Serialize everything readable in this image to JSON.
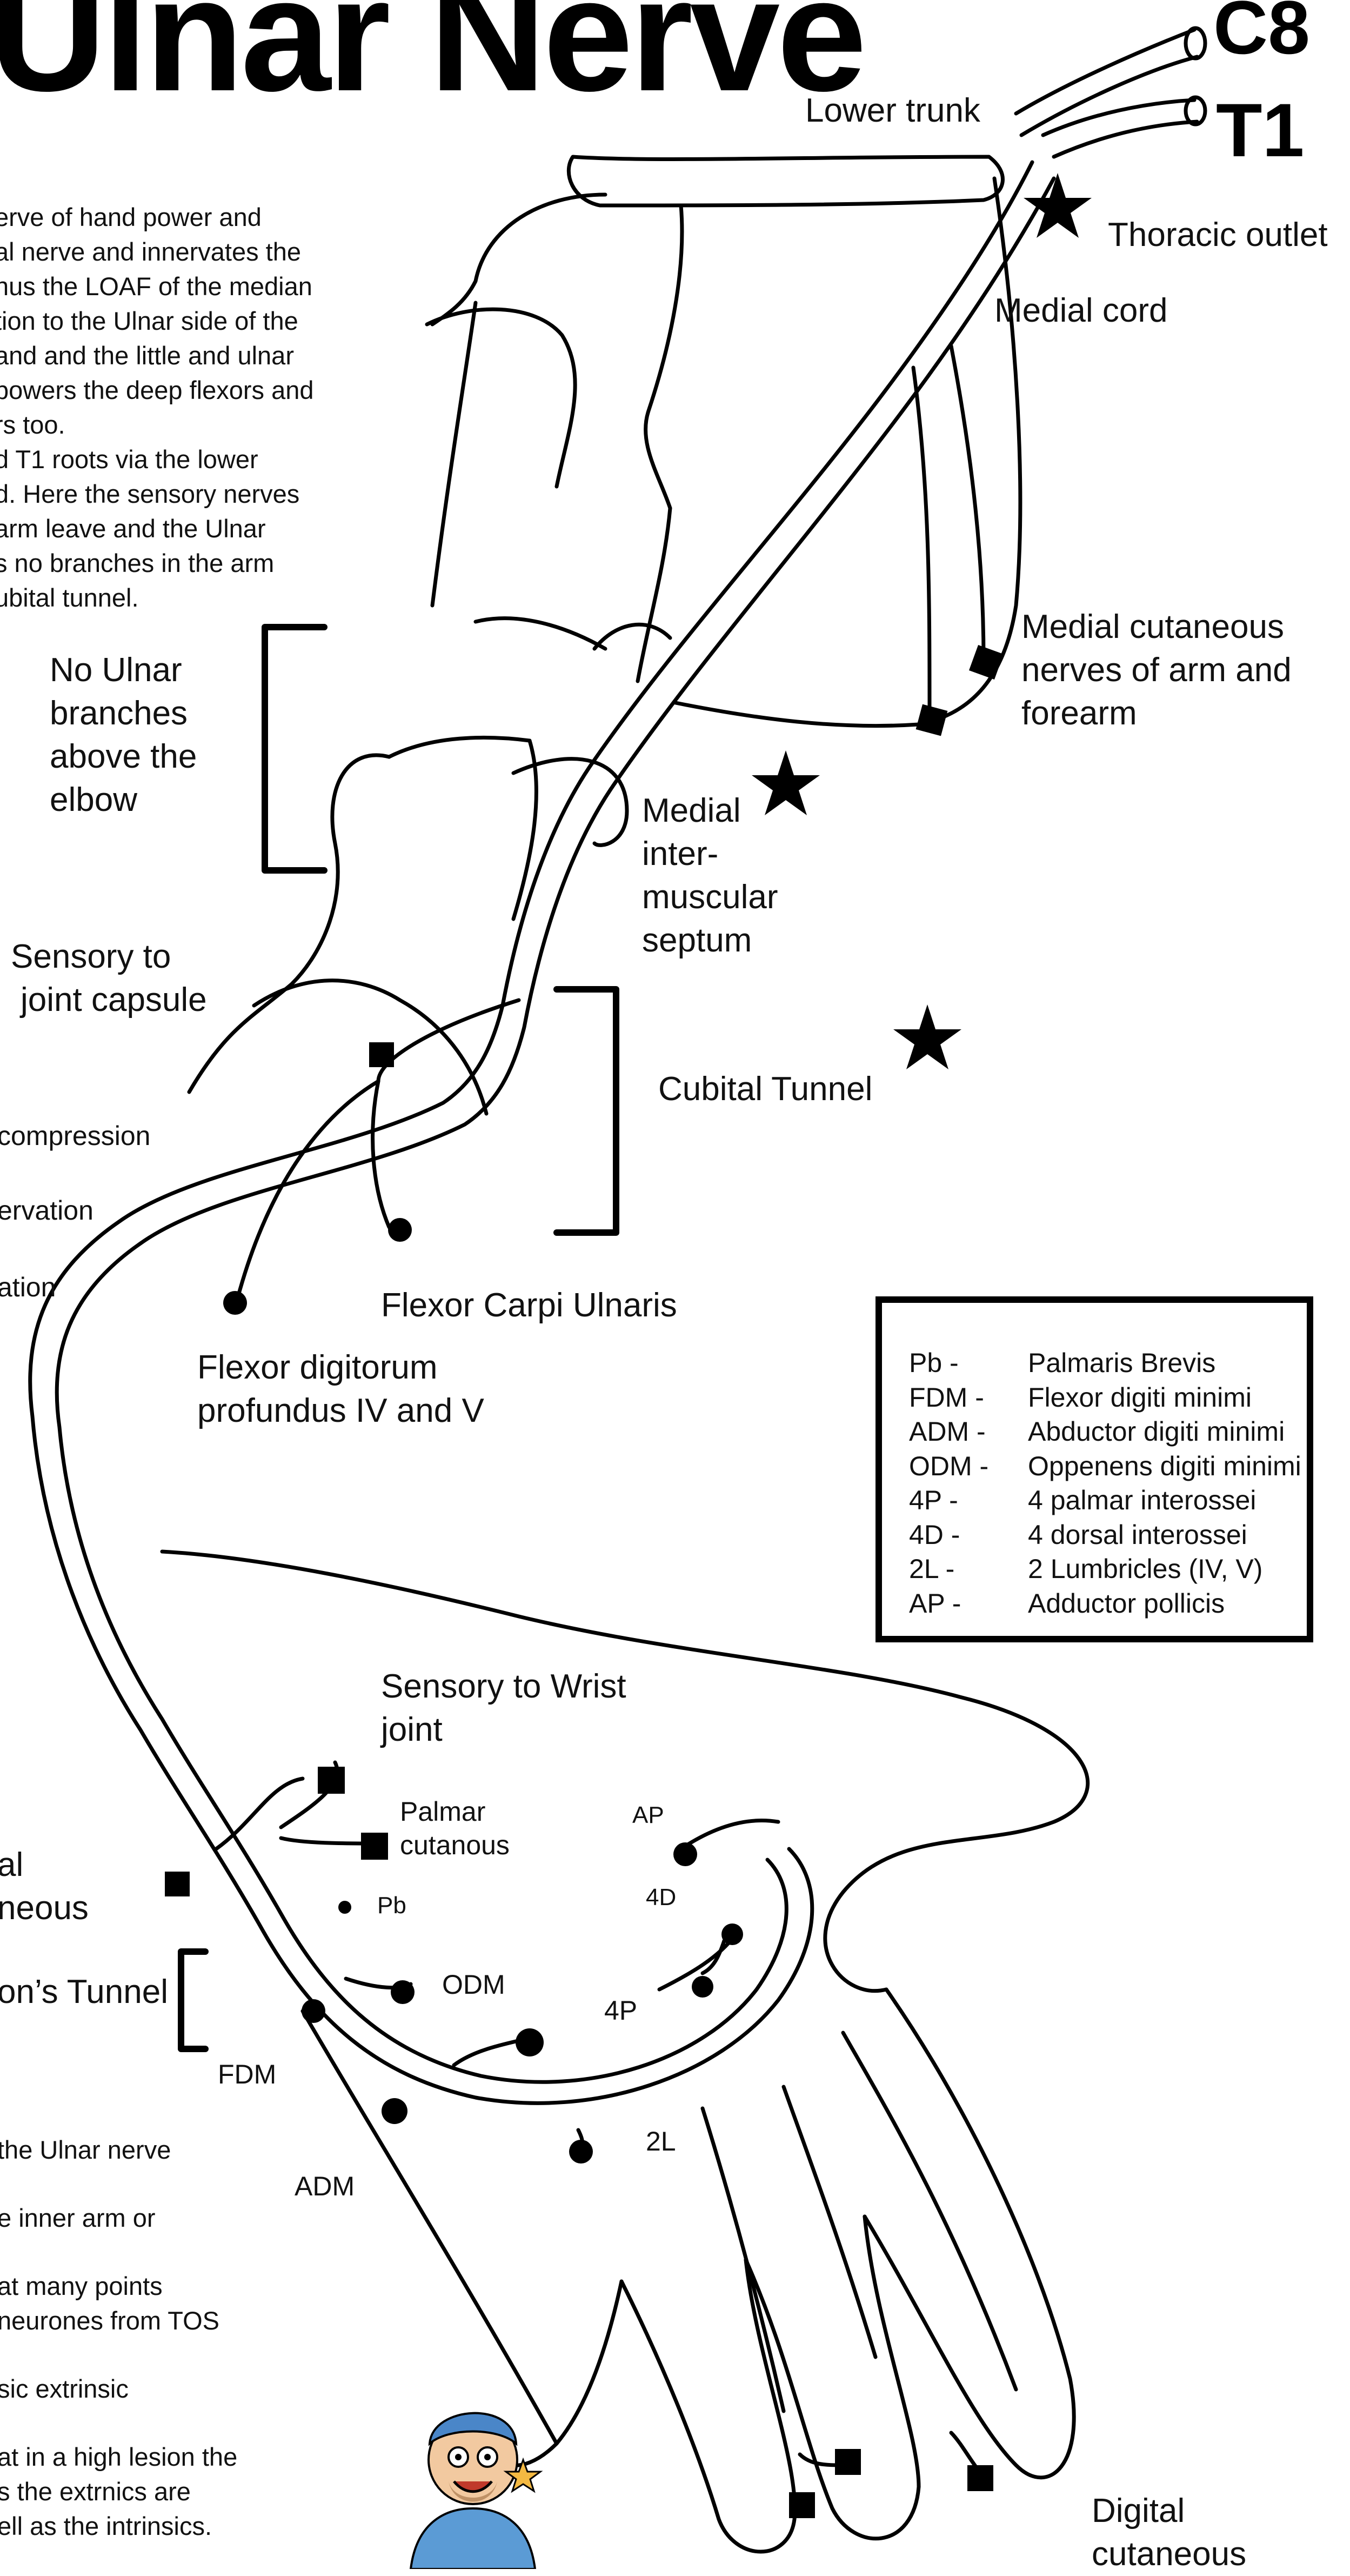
{
  "title": "Ulnar Nerve",
  "roots": {
    "c8": "C8",
    "t1": "T1"
  },
  "intro_lines": [
    "erve of hand power and",
    "al nerve and innervates the",
    "nus the LOAF of the median",
    "tion to the Ulnar side of the",
    "and and the little and ulnar",
    "powers the deep flexors and",
    "rs too.",
    "d T1 roots via the lower",
    "d. Here the sensory nerves",
    "arm leave and the Ulnar",
    "s no branches in the arm",
    "ubital tunnel."
  ],
  "labels": {
    "lower_trunk": "Lower trunk",
    "thoracic_outlet": "Thoracic outlet",
    "medial_cord": "Medial cord",
    "medial_cutaneous": [
      "Medial cutaneous",
      "nerves of arm and",
      "forearm"
    ],
    "no_branches": [
      "No Ulnar",
      "branches",
      "above the",
      "elbow"
    ],
    "medial_septum": [
      "Medial",
      "inter-",
      "muscular",
      "septum"
    ],
    "sensory_joint_capsule": [
      "Sensory to",
      "joint capsule"
    ],
    "cubital_tunnel": "Cubital Tunnel",
    "left_compression": "compression",
    "left_ervation": "ervation",
    "left_ation": "ation",
    "fcu": "Flexor Carpi Ulnaris",
    "fdp": [
      "Flexor digitorum",
      "profundus IV and V"
    ],
    "sensory_wrist": [
      "Sensory to Wrist",
      "joint"
    ],
    "palmar_cutaneous": [
      "Palmar",
      "cutanous"
    ],
    "dorsal_cutaneous": [
      "al",
      "neous"
    ],
    "guyons_tunnel": "on’s Tunnel",
    "pb": "Pb",
    "ap": "AP",
    "d4": "4D",
    "odm": "ODM",
    "p4": "4P",
    "fdm": "FDM",
    "adm": "ADM",
    "l2": "2L",
    "digital_cutaneous": [
      "Digital",
      "cutaneous"
    ]
  },
  "legend": [
    {
      "abbr": "Pb -",
      "text": "Palmaris Brevis"
    },
    {
      "abbr": "FDM -",
      "text": "Flexor digiti minimi"
    },
    {
      "abbr": "ADM -",
      "text": "Abductor digiti minimi"
    },
    {
      "abbr": "ODM -",
      "text": "Oppenens digiti minimi"
    },
    {
      "abbr": "4P -",
      "text": "4 palmar interossei"
    },
    {
      "abbr": "4D -",
      "text": "4 dorsal interossei"
    },
    {
      "abbr": "2L -",
      "text": "2 Lumbricles (IV, V)"
    },
    {
      "abbr": "AP -",
      "text": "Adductor pollicis"
    }
  ],
  "bottom_notes": [
    "the Ulnar nerve",
    "e inner arm or",
    "at many points",
    "neurones from TOS",
    "sic extrinsic",
    "at in a high lesion the",
    "s the extrnics are",
    "ell as the intrinsics."
  ],
  "icons": {
    "star": "star-icon",
    "motor_branch": "filled-dot-icon",
    "sensory_branch": "filled-square-icon",
    "mascot": "doctor-mascot-icon"
  },
  "colors": {
    "ink": "#000000",
    "skin": "#f2c9a0",
    "scrubs": "#5b9bd5",
    "cap": "#4a86c8"
  }
}
